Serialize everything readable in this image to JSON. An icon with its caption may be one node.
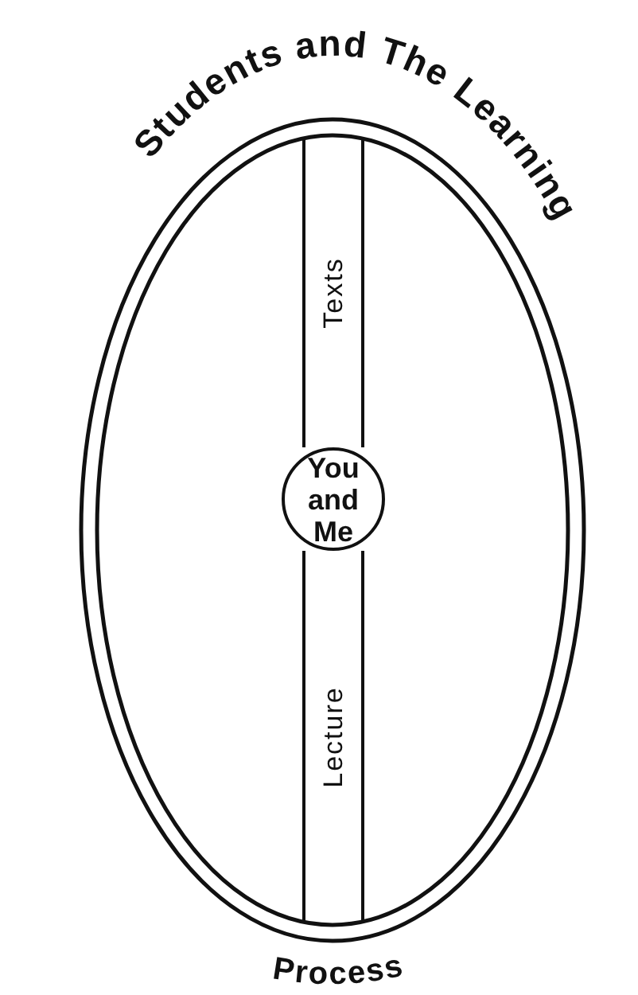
{
  "diagram": {
    "nodes": [
      {
        "text": [
          "Students and The Learning",
          "Process"
        ]
      },
      {
        "text": [
          "Texts"
        ],
        "in": 0
      },
      {
        "text": [
          "You and Me"
        ],
        "in": 0
      },
      {
        "text": [
          "Lecture"
        ],
        "in": 0
      }
    ]
  }
}
